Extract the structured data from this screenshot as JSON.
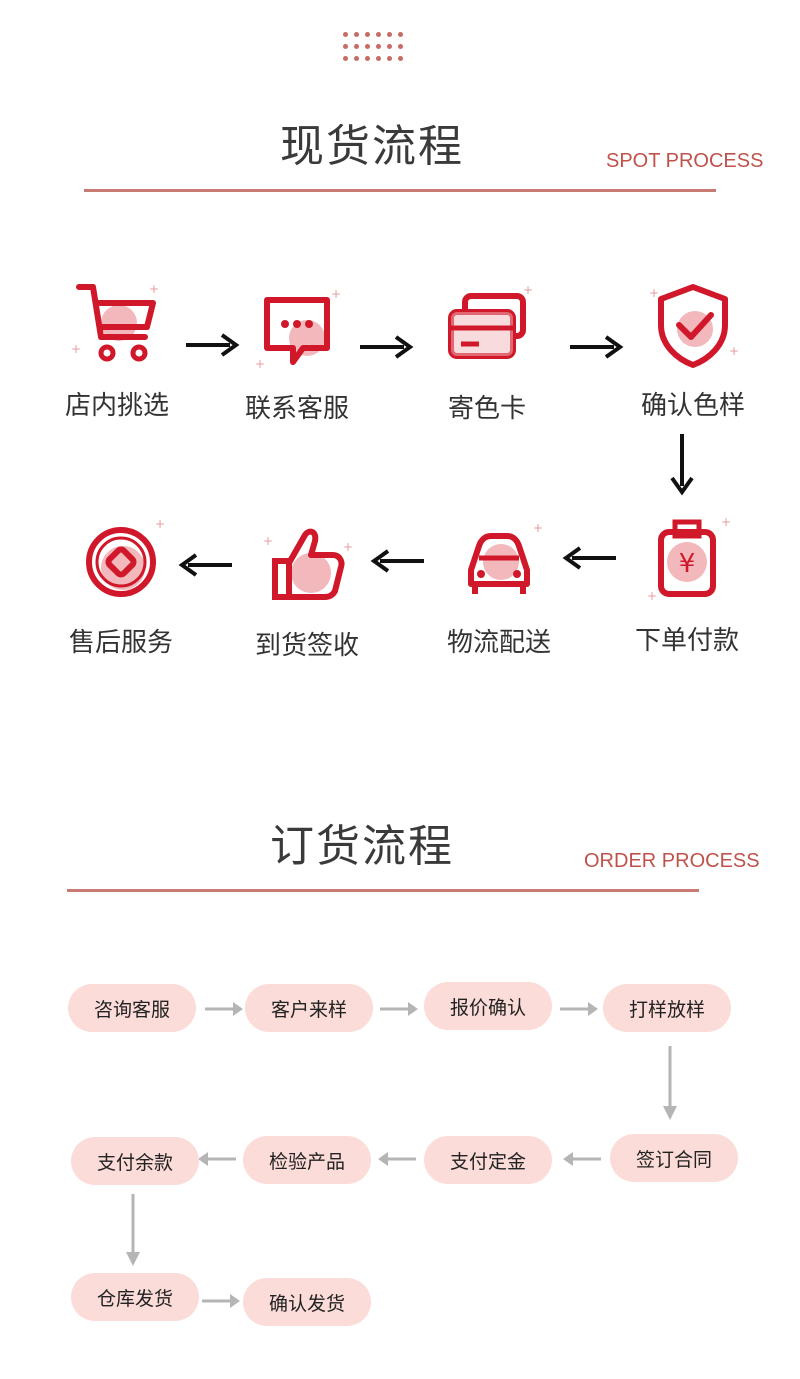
{
  "spot": {
    "title": "现货流程",
    "subtitle": "SPOT PROCESS",
    "steps": [
      {
        "label": "店内挑选",
        "icon": "shopping-cart-icon"
      },
      {
        "label": "联系客服",
        "icon": "chat-bubble-icon"
      },
      {
        "label": "寄色卡",
        "icon": "card-icon"
      },
      {
        "label": "确认色样",
        "icon": "shield-check-icon"
      },
      {
        "label": "下单付款",
        "icon": "yuan-payment-icon"
      },
      {
        "label": "物流配送",
        "icon": "car-icon"
      },
      {
        "label": "到货签收",
        "icon": "thumbs-up-icon"
      },
      {
        "label": "售后服务",
        "icon": "service-badge-icon"
      }
    ]
  },
  "order": {
    "title": "订货流程",
    "subtitle": "ORDER PROCESS",
    "steps": [
      "咨询客服",
      "客户来样",
      "报价确认",
      "打样放样",
      "签订合同",
      "支付定金",
      "检验产品",
      "支付余款",
      "仓库发货",
      "确认发货"
    ]
  },
  "colors": {
    "accent": "#c0524b",
    "icon_red": "#d0182a",
    "icon_pink": "#f2b8bb",
    "pill": "#fbdcd8",
    "rule": "#c97a72"
  }
}
